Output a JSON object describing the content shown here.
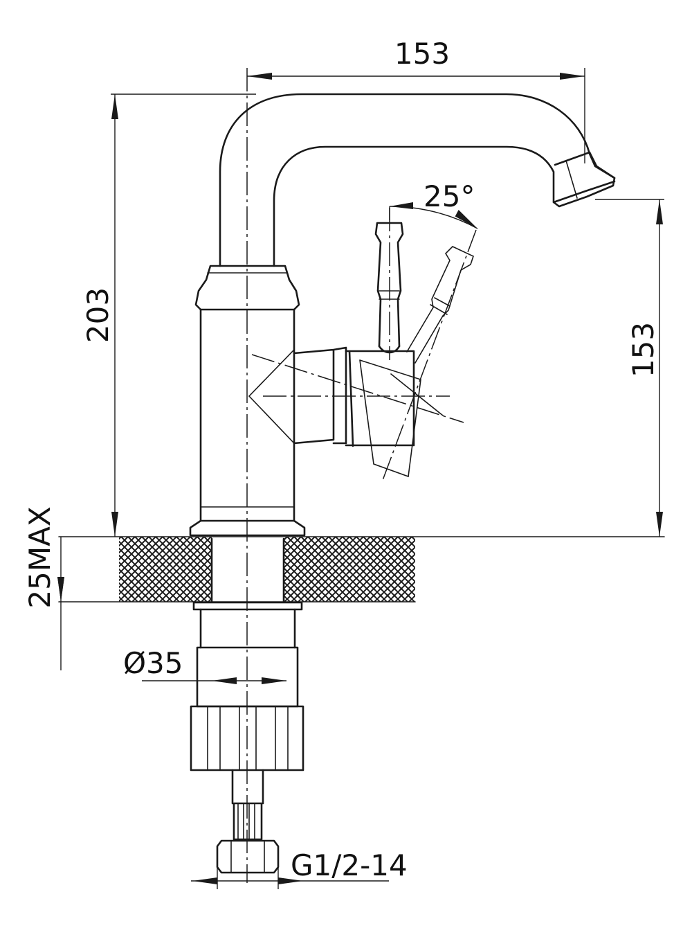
{
  "dimensions": {
    "top_width": "153",
    "total_height": "203",
    "spout_height": "153",
    "handle_angle": "25°",
    "max_thickness": "25MAX",
    "hole_diameter": "Ø35",
    "thread": "G1/2-14"
  },
  "colors": {
    "line": "#1a1a1a",
    "background": "#ffffff"
  }
}
